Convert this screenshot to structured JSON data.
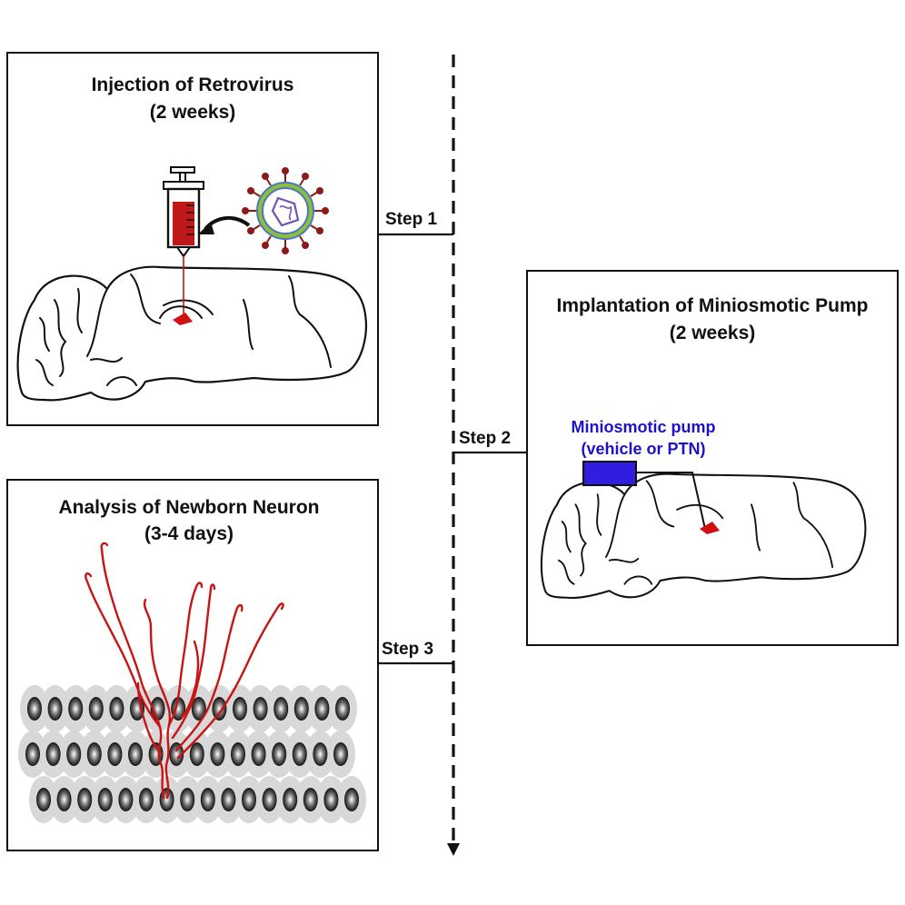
{
  "panels": {
    "injection": {
      "title_line1": "Injection of Retrovirus",
      "title_line2": "(2 weeks)"
    },
    "implantation": {
      "title_line1": "Implantation of Miniosmotic Pump",
      "title_line2": "(2 weeks)",
      "pump_label_line1": "Miniosmotic pump",
      "pump_label_line2": "(vehicle or PTN)"
    },
    "analysis": {
      "title_line1": "Analysis of Newborn Neuron",
      "title_line2": "(3-4 days)"
    }
  },
  "steps": [
    {
      "label": "Step 1"
    },
    {
      "label": "Step 2"
    },
    {
      "label": "Step 3"
    }
  ],
  "colors": {
    "outline": "#111111",
    "syringe_fluid": "#c01818",
    "virus_spikes": "#8b1a1a",
    "virus_envelope": "#8fbf3a",
    "virus_ring": "#4a78c0",
    "virus_core": "#6d54b8",
    "injection_site": "#d01010",
    "pump_fill": "#2f1ee0",
    "pump_text": "#1d12c8",
    "neuron": "#c81414",
    "cell_body": "#d8d8d8"
  },
  "icons": [
    "syringe-icon",
    "retrovirus-icon",
    "brain-icon",
    "miniosmotic-pump-icon",
    "neuron-icon",
    "arrow-icon"
  ]
}
